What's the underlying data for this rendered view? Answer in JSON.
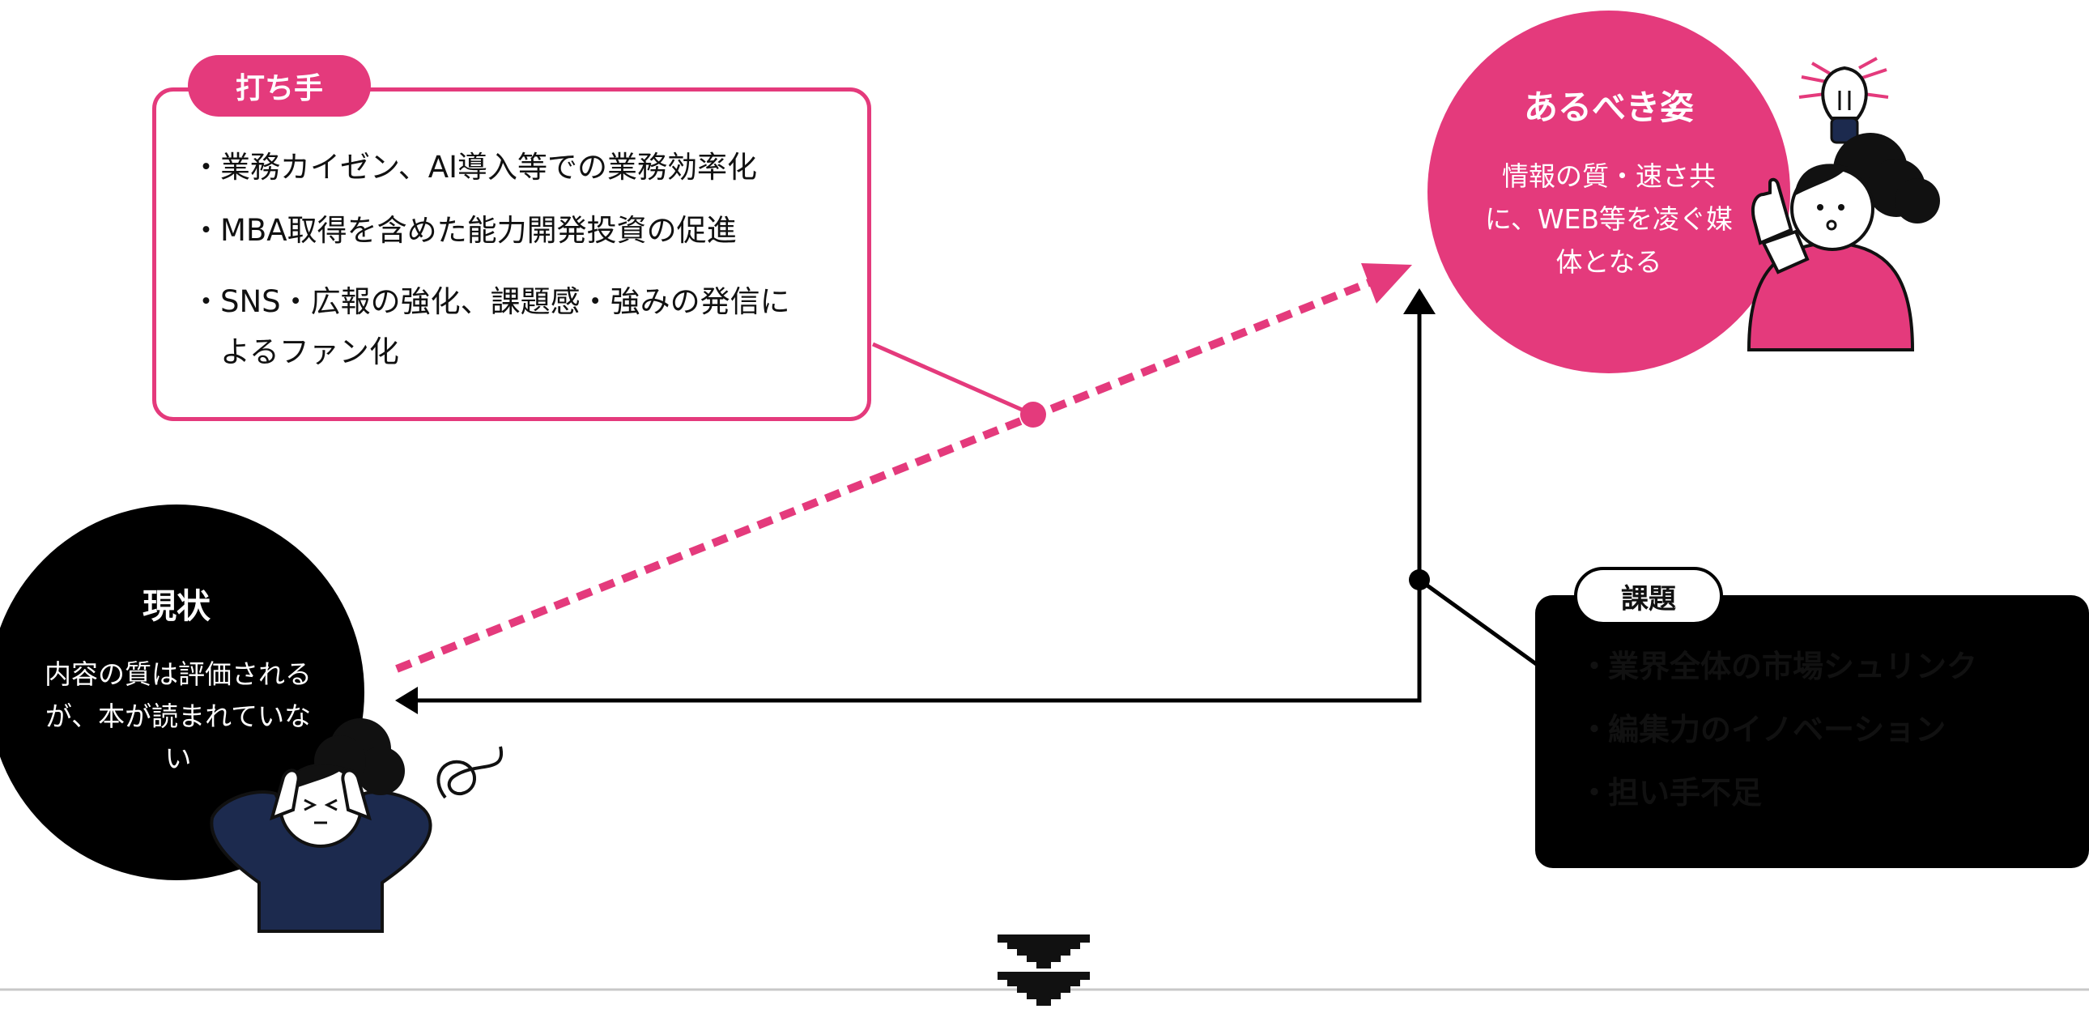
{
  "colors": {
    "accent": "#e43a7c",
    "dark": "#000000",
    "navy": "#1c2a4e"
  },
  "tactics": {
    "label": "打ち手",
    "bullet": "・",
    "items": [
      "業務カイゼン、AI導入等での業務効率化",
      "MBA取得を含めた能力開発投資の促進",
      "SNS・広報の強化、課題感・強みの発信によるファン化"
    ]
  },
  "ideal": {
    "title": "あるべき姿",
    "description": "情報の質・速さ共に、WEB等を凌ぐ媒体となる"
  },
  "current": {
    "title": "現状",
    "description": "内容の質は評価されるが、本が読まれていない"
  },
  "issues": {
    "label": "課題",
    "bullet": "・",
    "items": [
      "業界全体の市場シュリンク",
      "編集力のイノベーション",
      "担い手不足"
    ]
  },
  "icons": [
    "lightbulb-icon",
    "pointing-person-icon",
    "troubled-person-icon",
    "swirl-icon",
    "double-chevron-down-icon"
  ]
}
